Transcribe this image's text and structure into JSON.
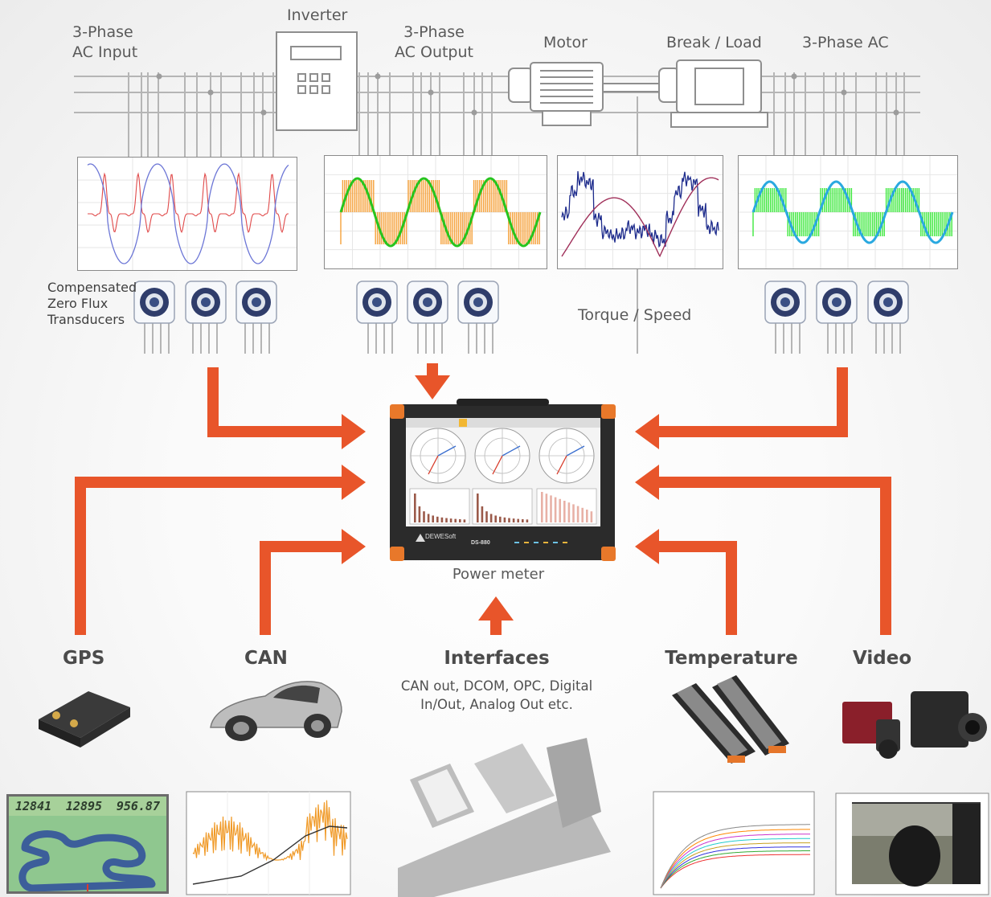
{
  "top_labels": {
    "ac_input": "3-Phase\nAC Input",
    "inverter": "Inverter",
    "ac_output": "3-Phase\nAC Output",
    "motor": "Motor",
    "brake_load": "Break / Load",
    "ac_right": "3-Phase AC"
  },
  "mid_labels": {
    "transducers": "Compensated\nZero Flux\nTransducers",
    "torque_speed": "Torque / Speed",
    "power_meter": "Power meter"
  },
  "device": {
    "brand": "DEWESoft",
    "model": "DS-880"
  },
  "inputs": {
    "gps": "GPS",
    "can": "CAN",
    "interfaces": "Interfaces",
    "interfaces_desc": "CAN out, DCOM, OPC, Digital\nIn/Out, Analog Out etc.",
    "temperature": "Temperature",
    "video": "Video"
  },
  "gps_display": {
    "values": [
      "12841",
      "12895",
      "956.87"
    ]
  },
  "colors": {
    "arrow": "#e8552a",
    "wire": "#b5b5b5",
    "sine_green": "#27c41e",
    "sine_blue": "#2aa9e0",
    "pwm_orange": "#f5a13a",
    "pwm_green": "#3de83d"
  }
}
